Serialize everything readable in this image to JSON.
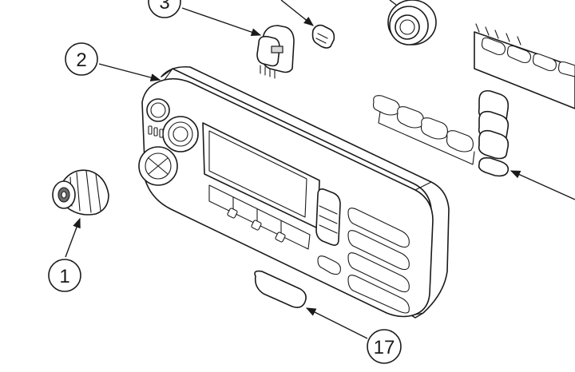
{
  "callouts": {
    "c1": {
      "label": "1"
    },
    "c2": {
      "label": "2"
    },
    "c3": {
      "label": "3"
    },
    "c17": {
      "label": "17"
    }
  },
  "parts": {
    "knob": "knob-part",
    "front_housing": "front-housing-part",
    "connector_plug": "connector-plug-part",
    "small_clip": "small-clip-part",
    "grommet": "grommet-part",
    "keypad_strip": "keypad-strip-part",
    "button_strip": "button-strip-part",
    "label_pad": "label-pad-part"
  }
}
